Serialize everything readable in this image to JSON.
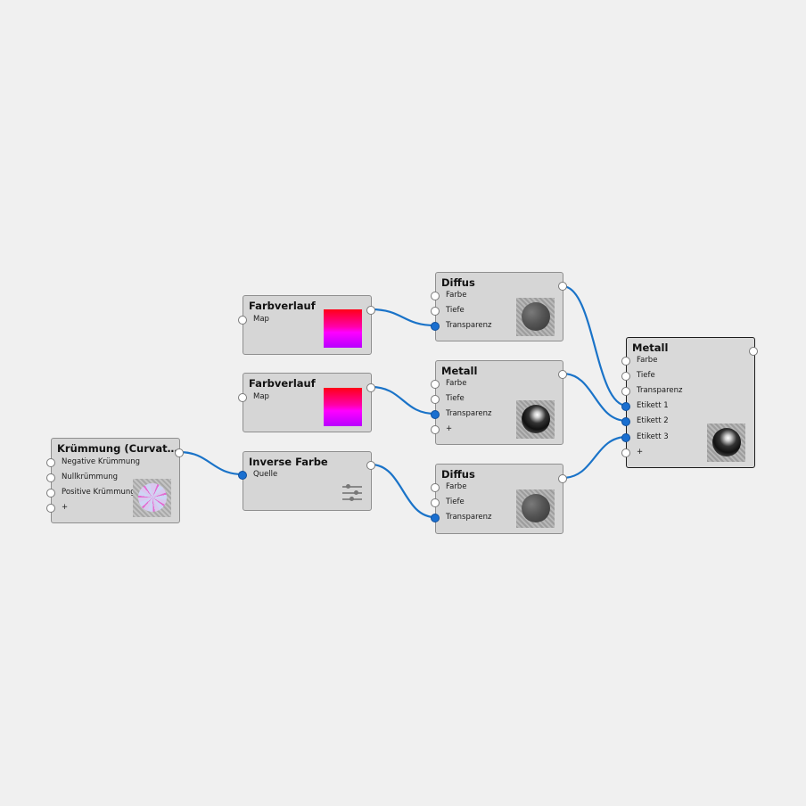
{
  "nodes": {
    "curvature": {
      "title": "Krümmung (Curvat…",
      "ports": [
        "Negative Krümmung",
        "Nullkrümmung",
        "Positive Krümmung",
        "+"
      ],
      "thumbnail": "curvature-sphere-preview"
    },
    "gradient1": {
      "title": "Farbverlauf",
      "ports": [
        "Map"
      ],
      "thumbnail": "gradient-preview"
    },
    "gradient2": {
      "title": "Farbverlauf",
      "ports": [
        "Map"
      ],
      "thumbnail": "gradient-preview"
    },
    "invert": {
      "title": "Inverse Farbe",
      "ports": [
        "Quelle"
      ],
      "icon": "sliders-icon"
    },
    "diffuse1": {
      "title": "Diffus",
      "ports": [
        "Farbe",
        "Tiefe",
        "Transparenz"
      ],
      "thumbnail": "diffuse-sphere-preview"
    },
    "metal1": {
      "title": "Metall",
      "ports": [
        "Farbe",
        "Tiefe",
        "Transparenz",
        "+"
      ],
      "thumbnail": "metal-sphere-preview"
    },
    "diffuse2": {
      "title": "Diffus",
      "ports": [
        "Farbe",
        "Tiefe",
        "Transparenz"
      ],
      "thumbnail": "diffuse-sphere-preview"
    },
    "metalOut": {
      "title": "Metall",
      "ports": [
        "Farbe",
        "Tiefe",
        "Transparenz",
        "Etikett 1",
        "Etikett 2",
        "Etikett 3",
        "+"
      ],
      "thumbnail": "metal-sphere-preview"
    }
  },
  "colors": {
    "background": "#f0f0f0",
    "node": "#d6d6d6",
    "wire": "#1a73c8",
    "port_connected": "#1a6fd0",
    "gradient_top": "#ff0016",
    "gradient_bottom": "#b800ff"
  }
}
